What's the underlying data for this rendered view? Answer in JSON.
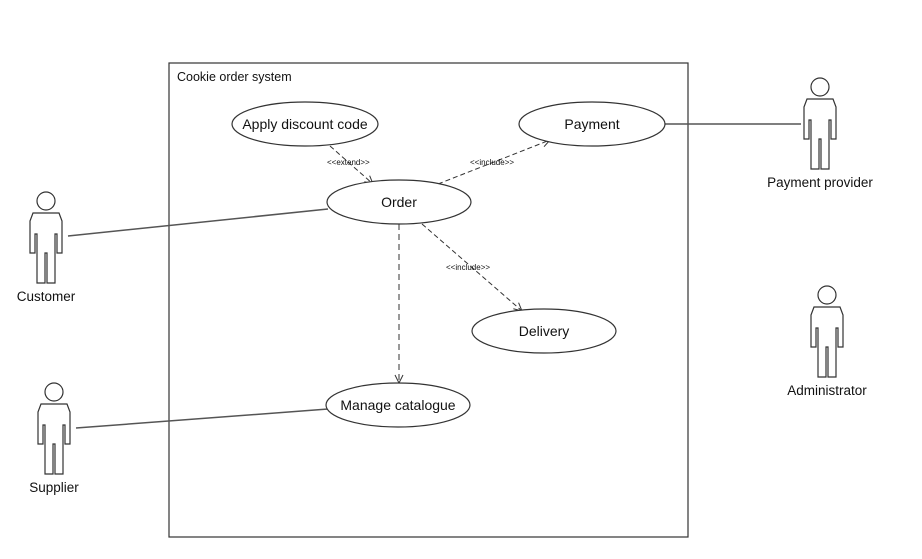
{
  "system": {
    "title": "Cookie order system"
  },
  "use_cases": {
    "discount": "Apply discount code",
    "payment": "Payment",
    "order": "Order",
    "delivery": "Delivery",
    "catalogue": "Manage catalogue"
  },
  "actors": {
    "customer": "Customer",
    "supplier": "Supplier",
    "payment_provider": "Payment provider",
    "administrator": "Administrator"
  },
  "relations": {
    "extend": "<<extend>>",
    "include_payment": "<<include>>",
    "include_delivery": "<<include>>"
  }
}
